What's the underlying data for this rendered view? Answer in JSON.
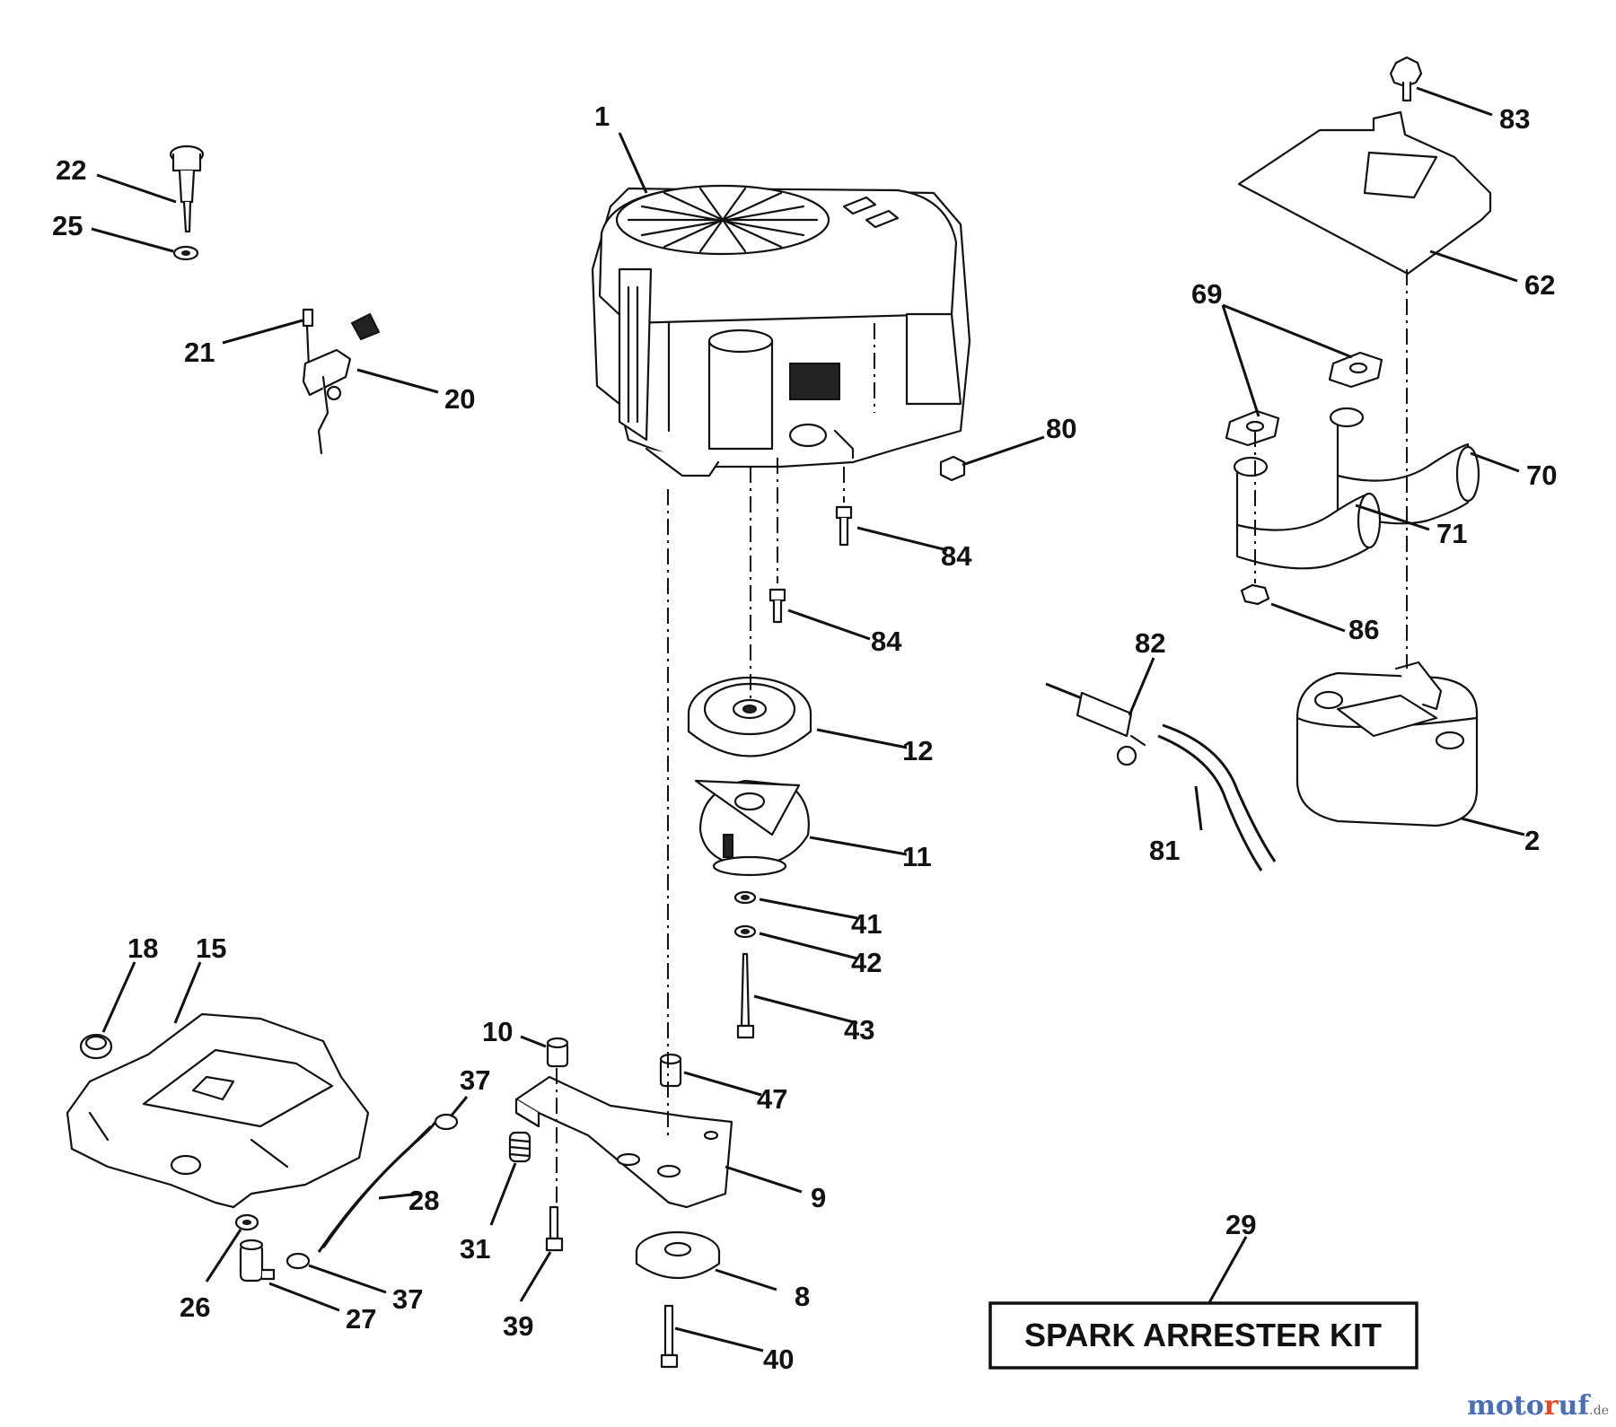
{
  "callouts": [
    "1",
    "22",
    "25",
    "21",
    "20",
    "83",
    "62",
    "69",
    "70",
    "71",
    "80",
    "84",
    "84",
    "86",
    "82",
    "12",
    "11",
    "81",
    "2",
    "41",
    "42",
    "43",
    "18",
    "15",
    "10",
    "37",
    "47",
    "9",
    "28",
    "31",
    "37",
    "26",
    "27",
    "39",
    "8",
    "40",
    "29"
  ],
  "kit_label": "SPARK ARRESTER KIT",
  "watermark": {
    "brand_a": "moto",
    "brand_b": "r",
    "brand_c": "uf",
    "suffix": ".de"
  },
  "icons": [
    "engine",
    "pulley",
    "clutch",
    "muffler",
    "fuel-tank",
    "plate",
    "bolt",
    "washer",
    "nut",
    "hose",
    "fuel-filter",
    "exhaust-pipe",
    "gasket",
    "heat-shield",
    "throttle-control",
    "oil-dipstick"
  ]
}
